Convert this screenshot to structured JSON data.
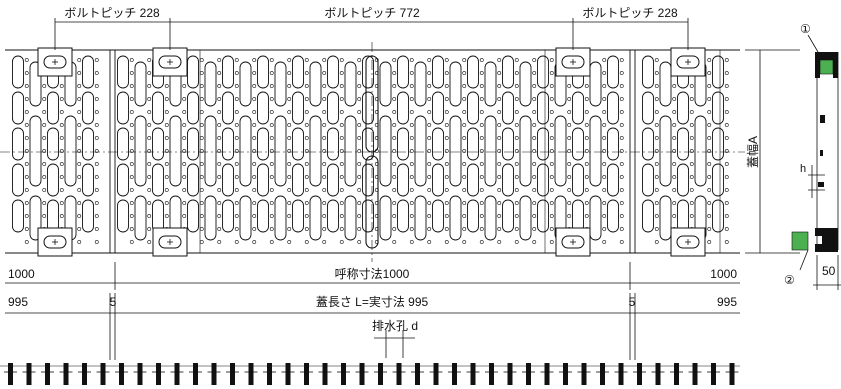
{
  "labels": {
    "pitch_left": "ボルトピッチ 228",
    "pitch_center": "ボルトピッチ 772",
    "pitch_right": "ボルトピッチ 228",
    "nominal_left": "1000",
    "nominal_center": "呼称寸法1000",
    "nominal_right": "1000",
    "actual_left": "995",
    "gap_left": "5",
    "actual_center": "蓋長さ L=実寸法 995",
    "gap_right": "5",
    "actual_right": "995",
    "drain_hole": "排水孔 d",
    "width": "蓋幅A",
    "height": "h",
    "marker_1": "①",
    "marker_2": "②",
    "side_width": "50"
  },
  "colors": {
    "line": "#111111",
    "green": "#4caf50",
    "black_fill": "#111111"
  }
}
